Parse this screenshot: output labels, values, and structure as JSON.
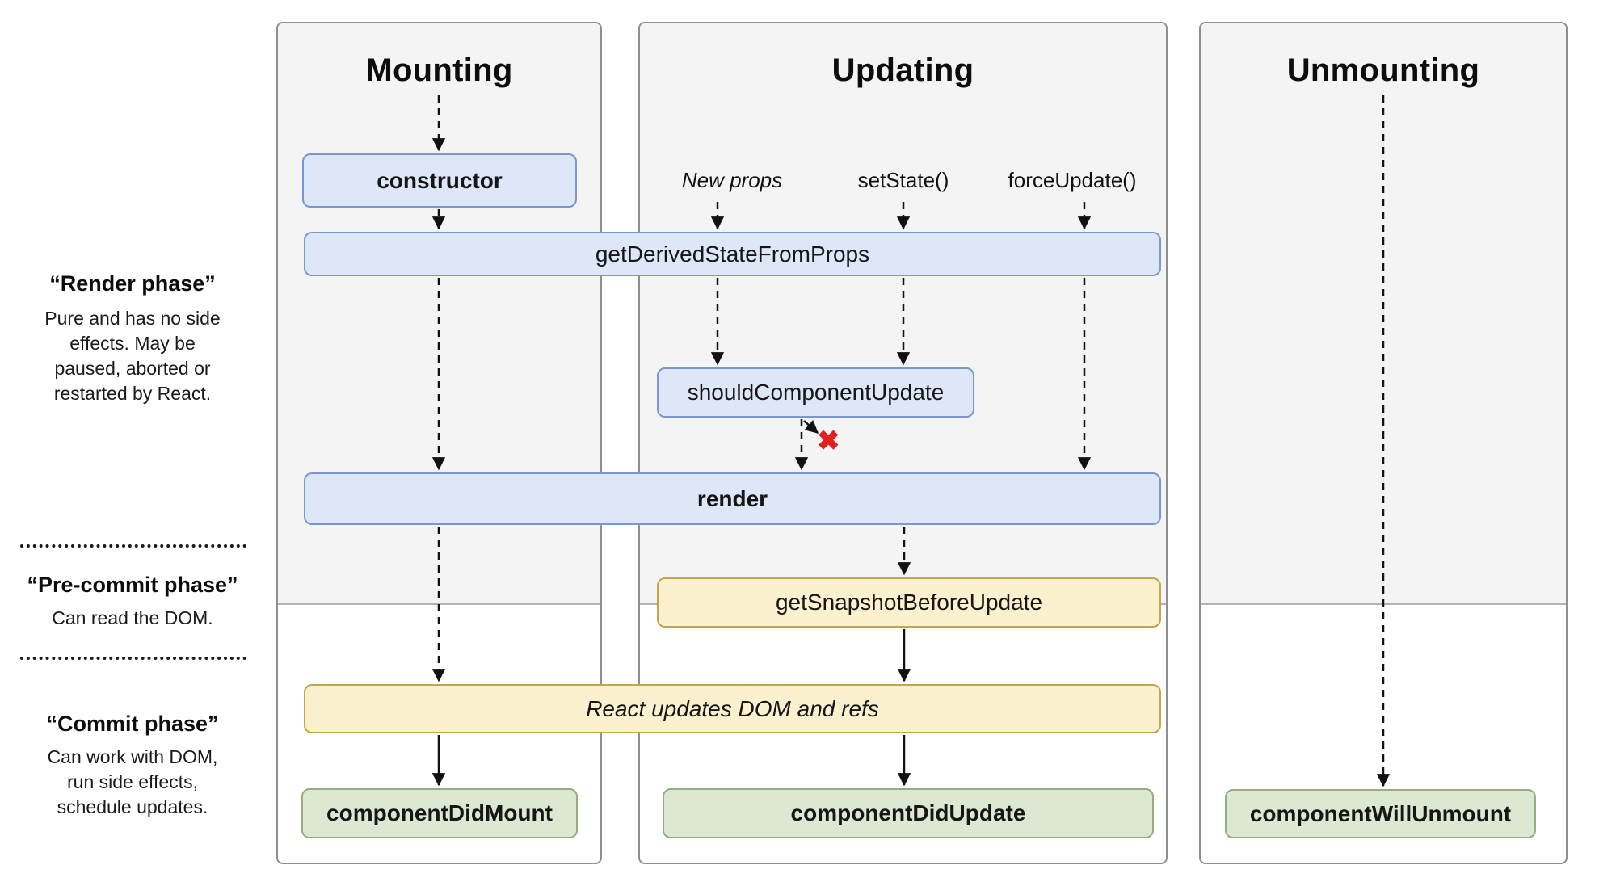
{
  "legend": {
    "render_phase": {
      "title": "“Render phase”",
      "lines": [
        "Pure and has no side",
        "effects. May be",
        "paused, aborted or",
        "restarted by React."
      ]
    },
    "pre_commit_phase": {
      "title": "“Pre-commit phase”",
      "lines": [
        "Can read the DOM."
      ]
    },
    "commit_phase": {
      "title": "“Commit phase”",
      "lines": [
        "Can work with DOM,",
        "run side effects,",
        "schedule updates."
      ]
    }
  },
  "columns": {
    "mounting": {
      "title": "Mounting"
    },
    "updating": {
      "title": "Updating"
    },
    "unmounting": {
      "title": "Unmounting"
    }
  },
  "triggers": {
    "new_props": "New props",
    "set_state": "setState()",
    "force_update": "forceUpdate()"
  },
  "nodes": {
    "constructor": "constructor",
    "get_derived_state_from_props": "getDerivedStateFromProps",
    "should_component_update": "shouldComponentUpdate",
    "render": "render",
    "get_snapshot_before_update": "getSnapshotBeforeUpdate",
    "react_updates_dom": "React updates DOM and refs",
    "component_did_mount": "componentDidMount",
    "component_did_update": "componentDidUpdate",
    "component_will_unmount": "componentWillUnmount"
  },
  "icons": {
    "reject_x": "✖"
  },
  "colors": {
    "node_blue_fill": "#dde7f8",
    "node_blue_border": "#7b97d0",
    "node_yellow_fill": "#fbf1cf",
    "node_yellow_border": "#c2a550",
    "node_green_fill": "#dce8d2",
    "node_green_border": "#94ae80",
    "column_bg": "#f4f4f4",
    "column_border": "#8f8f8f",
    "arrow": "#111111",
    "reject_x": "#e41e1e"
  }
}
